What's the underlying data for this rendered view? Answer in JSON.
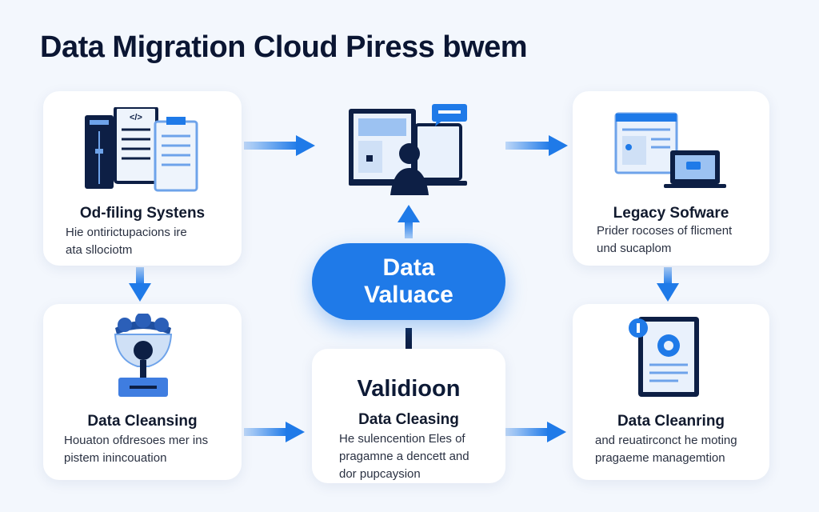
{
  "title": "Data Migration Cloud Piress bwem",
  "cards": {
    "top_left": {
      "title": "Od-filing Systens",
      "desc": [
        "Hie ontirictupacions ire",
        "ata sllociotm"
      ]
    },
    "top_right": {
      "title": "Legacy Sofware",
      "desc": [
        "Prider rocoses of flicment",
        "und sucaplom"
      ]
    },
    "bottom_left": {
      "title": "Data Cleansing",
      "desc": [
        "Houaton ofdresoes mer ins",
        "pistem inincouation"
      ]
    },
    "bottom_center": {
      "heading": "Validioon",
      "title": "Data Cleasing",
      "desc": [
        "He sulencention Eles of",
        "pragamne a dencett and",
        "dor pupcaysion"
      ]
    },
    "bottom_right": {
      "title": "Data Cleanring",
      "desc": [
        "and reuatirconct he moting",
        "pragaeme managemtion"
      ]
    }
  },
  "center_node": {
    "line1": "Data",
    "line2": "Valuace"
  },
  "colors": {
    "accent": "#1f7ae8",
    "dark_navy": "#0d1f45",
    "light_blue": "#cfe0f6",
    "background": "#f3f7fd"
  },
  "icons": {
    "top_left": "server-documents-icon",
    "top_center": "laptop-user-icon",
    "top_right": "browser-laptop-icon",
    "bottom_left": "filter-funnel-icon",
    "bottom_right": "document-tablet-icon"
  }
}
